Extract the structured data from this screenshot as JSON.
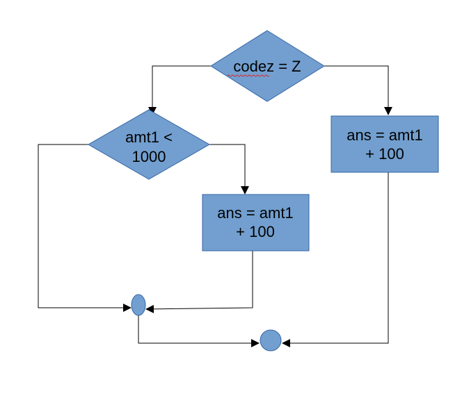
{
  "diagram": {
    "decision_top": {
      "label": "codez = Z"
    },
    "decision_left": {
      "line1": "amt1 <",
      "line2": "1000"
    },
    "process_right": {
      "line1": "ans = amt1",
      "line2": "+ 100"
    },
    "process_middle": {
      "line1": "ans = amt1",
      "line2": "+ 100"
    },
    "merge_inner": {
      "shape": "ellipse"
    },
    "merge_final": {
      "shape": "circle"
    }
  },
  "colors": {
    "shape_fill": "#729fcf",
    "shape_stroke": "#3465a4",
    "edge": "#000000",
    "spellcheck_underline": "#e02020"
  }
}
